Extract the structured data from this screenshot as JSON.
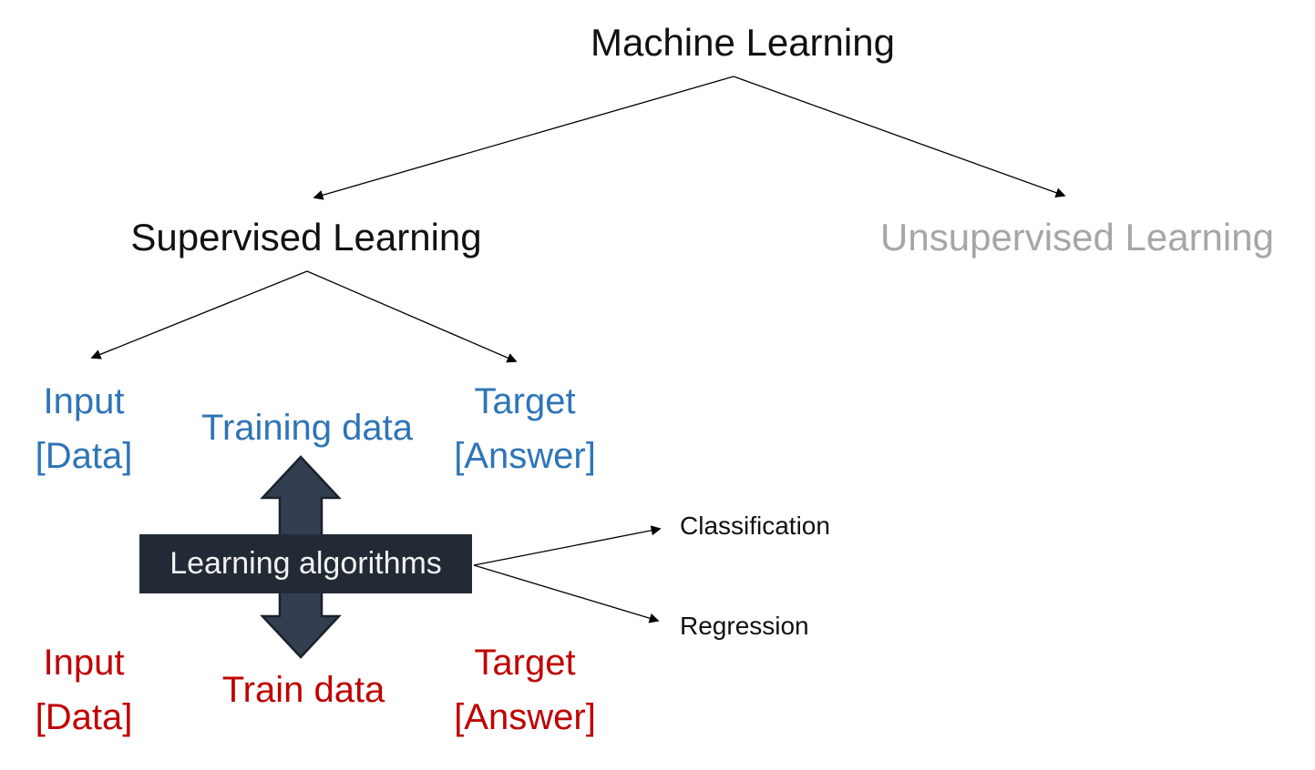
{
  "title": "Machine Learning",
  "branches": {
    "supervised": "Supervised Learning",
    "unsupervised": "Unsupervised Learning"
  },
  "top_row": {
    "input": {
      "line1": "Input",
      "line2": "[Data]"
    },
    "center": "Training data",
    "target": {
      "line1": "Target",
      "line2": "[Answer]"
    }
  },
  "algorithms_label": "Learning algorithms",
  "bottom_row": {
    "input": {
      "line1": "Input",
      "line2": "[Data]"
    },
    "center": "Train data",
    "target": {
      "line1": "Target",
      "line2": "[Answer]"
    }
  },
  "tasks": {
    "classification": "Classification",
    "regression": "Regression"
  },
  "colors": {
    "text_black": "#111111",
    "unsupervised_gray": "#A6A6A6",
    "blue": "#2E75B6",
    "red": "#C00000",
    "box_fill": "#222A35",
    "box_text": "#F2F2F2",
    "arrow_fill": "#333F50",
    "arrow_stroke": "#1A212B",
    "connector_color": "#000000"
  }
}
